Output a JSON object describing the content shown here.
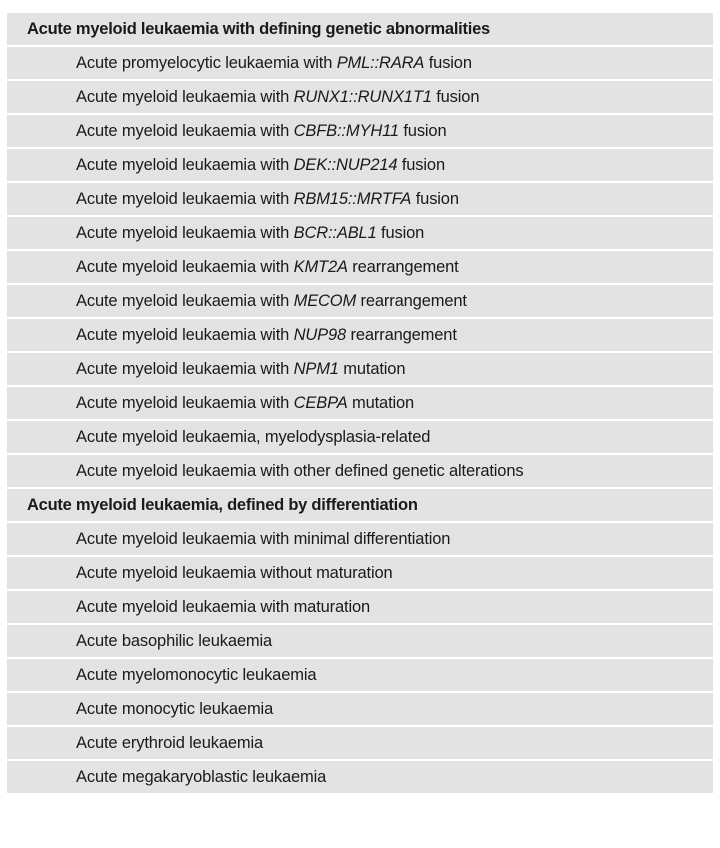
{
  "table": {
    "rows": [
      {
        "kind": "header",
        "text": "Acute myeloid leukaemia with defining genetic abnormalities",
        "prefix": "Acute myeloid leukaemia with defining genetic abnormalities",
        "gene": "",
        "suffix": ""
      },
      {
        "kind": "entry",
        "text": "Acute promyelocytic leukaemia with PML::RARA fusion",
        "prefix": "Acute promyelocytic leukaemia with ",
        "gene": "PML::RARA",
        "suffix": " fusion"
      },
      {
        "kind": "entry",
        "text": "Acute myeloid leukaemia with RUNX1::RUNX1T1 fusion",
        "prefix": "Acute myeloid leukaemia with ",
        "gene": "RUNX1::RUNX1T1",
        "suffix": " fusion"
      },
      {
        "kind": "entry",
        "text": "Acute myeloid leukaemia with CBFB::MYH11 fusion",
        "prefix": "Acute myeloid leukaemia with ",
        "gene": "CBFB::MYH11",
        "suffix": " fusion"
      },
      {
        "kind": "entry",
        "text": "Acute myeloid leukaemia with DEK::NUP214 fusion",
        "prefix": "Acute myeloid leukaemia with ",
        "gene": "DEK::NUP214",
        "suffix": " fusion"
      },
      {
        "kind": "entry",
        "text": "Acute myeloid leukaemia with RBM15::MRTFA fusion",
        "prefix": "Acute myeloid leukaemia with ",
        "gene": "RBM15::MRTFA",
        "suffix": " fusion"
      },
      {
        "kind": "entry",
        "text": "Acute myeloid leukaemia with BCR::ABL1 fusion",
        "prefix": "Acute myeloid leukaemia with ",
        "gene": "BCR::ABL1",
        "suffix": " fusion"
      },
      {
        "kind": "entry",
        "text": "Acute myeloid leukaemia with KMT2A rearrangement",
        "prefix": "Acute myeloid leukaemia with ",
        "gene": "KMT2A",
        "suffix": " rearrangement"
      },
      {
        "kind": "entry",
        "text": "Acute myeloid leukaemia with MECOM rearrangement",
        "prefix": "Acute myeloid leukaemia with ",
        "gene": "MECOM",
        "suffix": " rearrangement"
      },
      {
        "kind": "entry",
        "text": "Acute myeloid leukaemia with NUP98 rearrangement",
        "prefix": "Acute myeloid leukaemia with ",
        "gene": "NUP98",
        "suffix": " rearrangement"
      },
      {
        "kind": "entry",
        "text": "Acute myeloid leukaemia with NPM1 mutation",
        "prefix": "Acute myeloid leukaemia with ",
        "gene": "NPM1",
        "suffix": " mutation"
      },
      {
        "kind": "entry",
        "text": "Acute myeloid leukaemia with CEBPA mutation",
        "prefix": "Acute myeloid leukaemia with ",
        "gene": "CEBPA",
        "suffix": " mutation"
      },
      {
        "kind": "entry",
        "text": "Acute myeloid leukaemia, myelodysplasia-related",
        "prefix": "Acute myeloid leukaemia, myelodysplasia-related",
        "gene": "",
        "suffix": ""
      },
      {
        "kind": "entry",
        "text": "Acute myeloid leukaemia with other defined genetic alterations",
        "prefix": "Acute myeloid leukaemia with other defined genetic alterations",
        "gene": "",
        "suffix": ""
      },
      {
        "kind": "header",
        "text": "Acute myeloid leukaemia, defined by differentiation",
        "prefix": "Acute myeloid leukaemia, defined by differentiation",
        "gene": "",
        "suffix": ""
      },
      {
        "kind": "entry",
        "text": "Acute myeloid leukaemia with minimal differentiation",
        "prefix": "Acute myeloid leukaemia with minimal differentiation",
        "gene": "",
        "suffix": ""
      },
      {
        "kind": "entry",
        "text": "Acute myeloid leukaemia without maturation",
        "prefix": "Acute myeloid leukaemia without maturation",
        "gene": "",
        "suffix": ""
      },
      {
        "kind": "entry",
        "text": "Acute myeloid leukaemia with maturation",
        "prefix": "Acute myeloid leukaemia with maturation",
        "gene": "",
        "suffix": ""
      },
      {
        "kind": "entry",
        "text": "Acute basophilic leukaemia",
        "prefix": "Acute basophilic leukaemia",
        "gene": "",
        "suffix": ""
      },
      {
        "kind": "entry",
        "text": "Acute myelomonocytic leukaemia",
        "prefix": "Acute myelomonocytic leukaemia",
        "gene": "",
        "suffix": ""
      },
      {
        "kind": "entry",
        "text": "Acute monocytic leukaemia",
        "prefix": "Acute monocytic leukaemia",
        "gene": "",
        "suffix": ""
      },
      {
        "kind": "entry",
        "text": "Acute erythroid leukaemia",
        "prefix": "Acute erythroid leukaemia",
        "gene": "",
        "suffix": ""
      },
      {
        "kind": "entry",
        "text": "Acute megakaryoblastic leukaemia",
        "prefix": "Acute megakaryoblastic leukaemia",
        "gene": "",
        "suffix": ""
      }
    ]
  },
  "colors": {
    "row_background": "#e3e3e3",
    "page_background": "#ffffff",
    "text": "#1a1a1a"
  }
}
